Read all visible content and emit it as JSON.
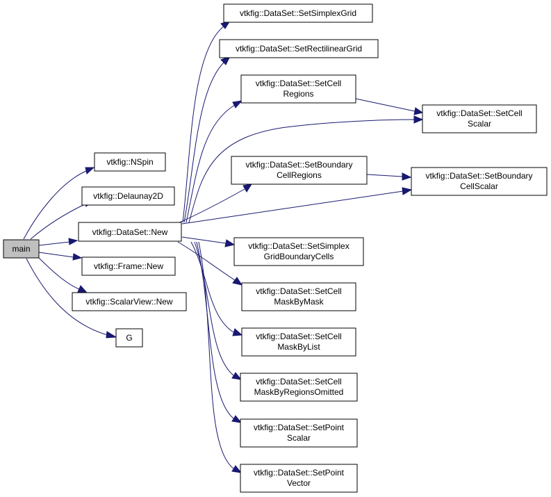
{
  "colors": {
    "edge": "#191970",
    "node_fill": "#ffffff",
    "root_fill": "#bfbfbf",
    "border": "#000000"
  },
  "nodes": {
    "main": {
      "lines": [
        "main"
      ]
    },
    "nspin": {
      "lines": [
        "vtkfig::NSpin"
      ]
    },
    "delaunay2d": {
      "lines": [
        "vtkfig::Delaunay2D"
      ]
    },
    "datasetnew": {
      "lines": [
        "vtkfig::DataSet::New"
      ]
    },
    "framenew": {
      "lines": [
        "vtkfig::Frame::New"
      ]
    },
    "scalarviewnew": {
      "lines": [
        "vtkfig::ScalarView::New"
      ]
    },
    "g": {
      "lines": [
        "G"
      ]
    },
    "setsimplexgrid": {
      "lines": [
        "vtkfig::DataSet::SetSimplexGrid"
      ]
    },
    "setrectilineargrid": {
      "lines": [
        "vtkfig::DataSet::SetRectilinearGrid"
      ]
    },
    "setcellregions": {
      "lines": [
        "vtkfig::DataSet::SetCell",
        "Regions"
      ]
    },
    "setcellscalar": {
      "lines": [
        "vtkfig::DataSet::SetCell",
        "Scalar"
      ]
    },
    "setboundarycellregions": {
      "lines": [
        "vtkfig::DataSet::SetBoundary",
        "CellRegions"
      ]
    },
    "setboundarycellscalar": {
      "lines": [
        "vtkfig::DataSet::SetBoundary",
        "CellScalar"
      ]
    },
    "setsimplexgridboundarycells": {
      "lines": [
        "vtkfig::DataSet::SetSimplex",
        "GridBoundaryCells"
      ]
    },
    "setcellmaskbymask": {
      "lines": [
        "vtkfig::DataSet::SetCell",
        "MaskByMask"
      ]
    },
    "setcellmaskbylist": {
      "lines": [
        "vtkfig::DataSet::SetCell",
        "MaskByList"
      ]
    },
    "setcellmaskbyregionsomitted": {
      "lines": [
        "vtkfig::DataSet::SetCell",
        "MaskByRegionsOmitted"
      ]
    },
    "setpointscalar": {
      "lines": [
        "vtkfig::DataSet::SetPoint",
        "Scalar"
      ]
    },
    "setpointvector": {
      "lines": [
        "vtkfig::DataSet::SetPoint",
        "Vector"
      ]
    }
  },
  "edges": [
    [
      "main",
      "nspin"
    ],
    [
      "main",
      "delaunay2d"
    ],
    [
      "main",
      "datasetnew"
    ],
    [
      "main",
      "framenew"
    ],
    [
      "main",
      "scalarviewnew"
    ],
    [
      "main",
      "g"
    ],
    [
      "datasetnew",
      "setsimplexgrid"
    ],
    [
      "datasetnew",
      "setrectilineargrid"
    ],
    [
      "datasetnew",
      "setcellregions"
    ],
    [
      "datasetnew",
      "setcellscalar"
    ],
    [
      "datasetnew",
      "setboundarycellregions"
    ],
    [
      "datasetnew",
      "setboundarycellscalar"
    ],
    [
      "datasetnew",
      "setsimplexgridboundarycells"
    ],
    [
      "datasetnew",
      "setcellmaskbymask"
    ],
    [
      "datasetnew",
      "setcellmaskbylist"
    ],
    [
      "datasetnew",
      "setcellmaskbyregionsomitted"
    ],
    [
      "datasetnew",
      "setpointscalar"
    ],
    [
      "datasetnew",
      "setpointvector"
    ],
    [
      "setcellregions",
      "setcellscalar"
    ],
    [
      "setboundarycellregions",
      "setboundarycellscalar"
    ]
  ]
}
